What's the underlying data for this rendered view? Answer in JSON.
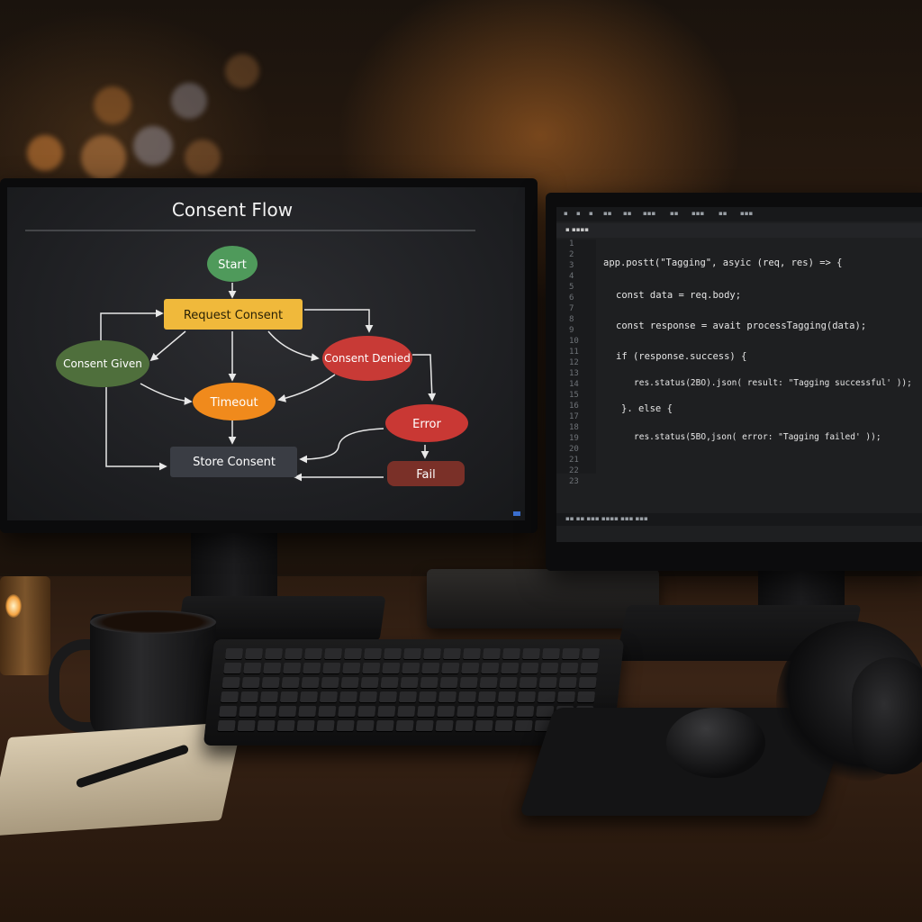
{
  "flow_diagram": {
    "title": "Consent Flow",
    "nodes": {
      "start": "Start",
      "request": "Request Consent",
      "given": "Consent Given",
      "denied": "Consent Denied",
      "timeout": "Timeout",
      "error": "Error",
      "store": "Store Consent",
      "fail": "Fail"
    },
    "colors": {
      "start": "#4f9a5b",
      "request": "#f0b93b",
      "given": "#4f6f3c",
      "denied": "#c83a36",
      "timeout": "#f08a1c",
      "error": "#c93834",
      "store": "#3a3d44",
      "fail": "#7a3028"
    }
  },
  "code_editor": {
    "line_numbers": [
      "1",
      "2",
      "3",
      "4",
      "5",
      "6",
      "7",
      "8",
      "9",
      "10",
      "11",
      "12",
      "13",
      "14",
      "15",
      "16",
      "17",
      "18",
      "19",
      "20",
      "21",
      "22",
      "23"
    ],
    "lines": [
      "app.postt(\"Tagging\", asyic (req, res) => {",
      "const data = req.body;",
      "const response = avait processTagging(data);",
      "if (response.success) {",
      "res.status(2BO).json( result: \"Tagging successful' ));",
      "}. else {",
      "res.status(5BO,json( error: \"Tagging failed' ));"
    ]
  }
}
